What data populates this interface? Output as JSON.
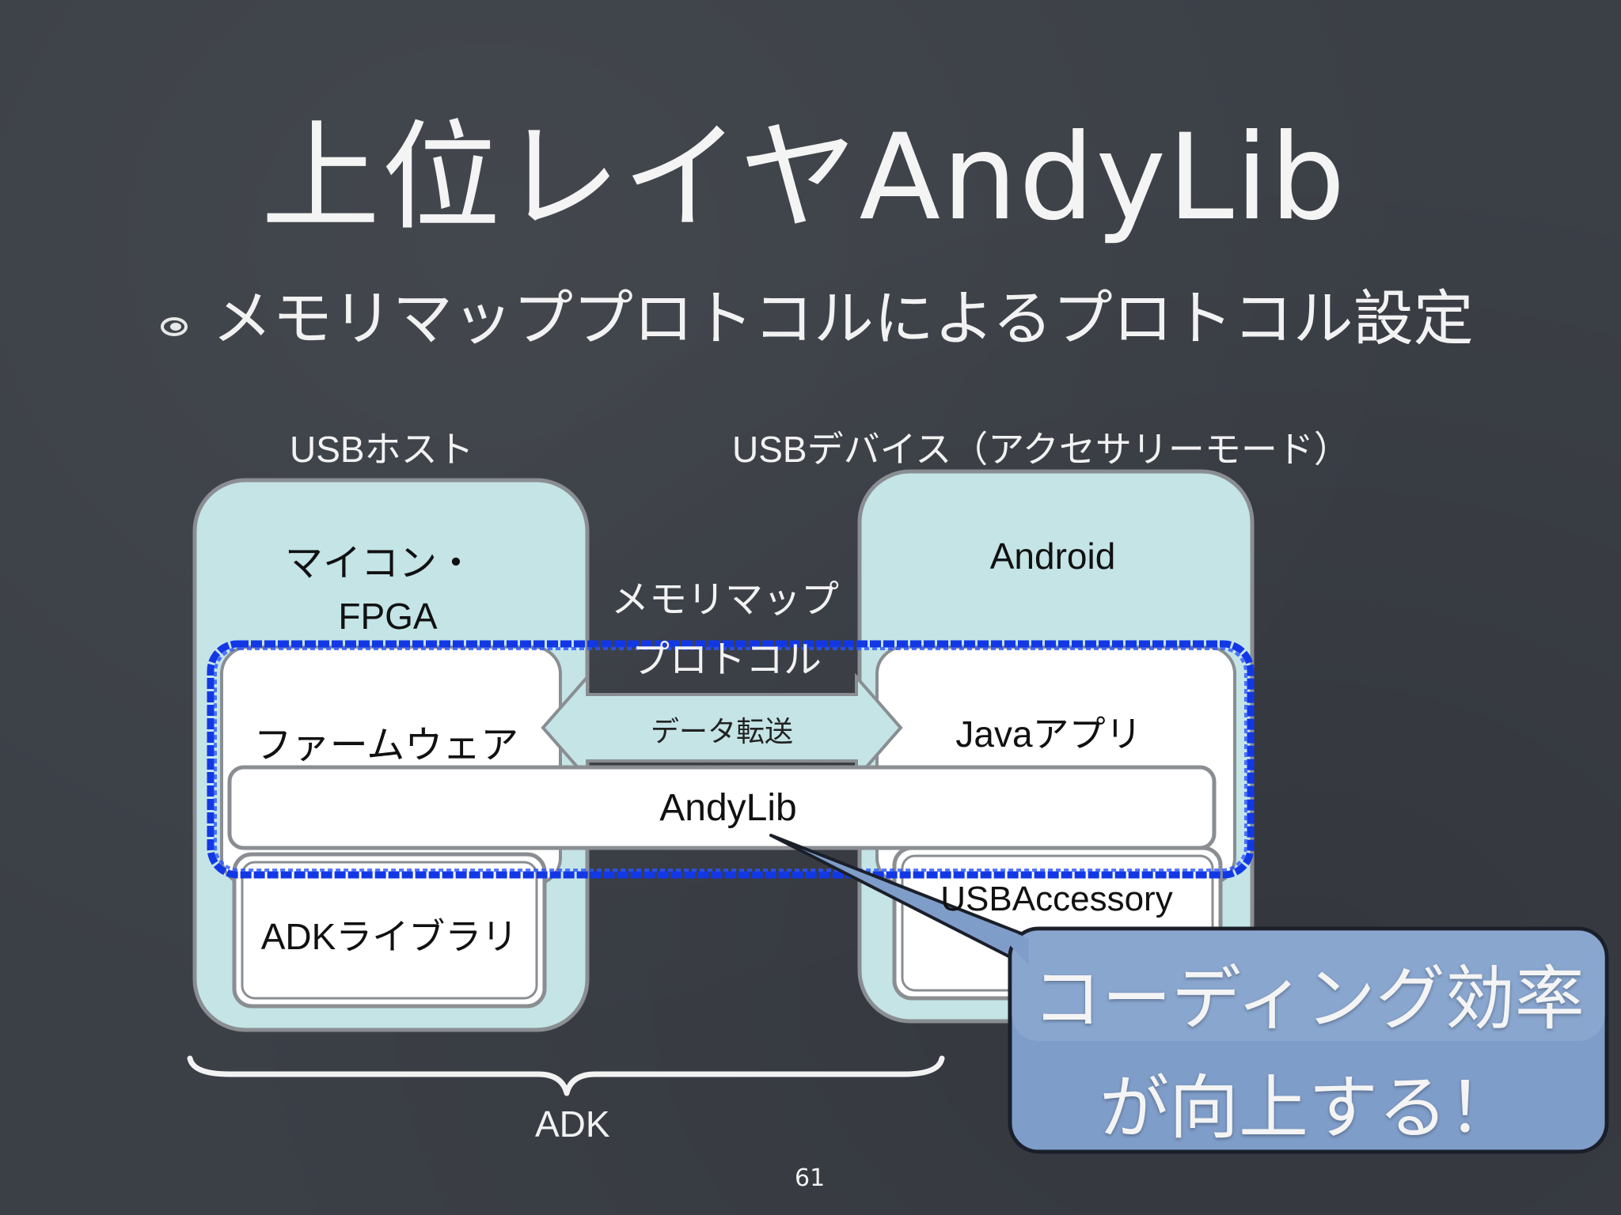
{
  "slide": {
    "title": "上位レイヤAndyLib",
    "bullet": "メモリマッププロトコルによるプロトコル設定",
    "page_number": "61"
  },
  "diagram": {
    "host_heading": "USBホスト",
    "device_heading": "USBデバイス（アクセサリーモード）",
    "host": {
      "title_line1": "マイコン・",
      "title_line2": "FPGA",
      "firmware": "ファームウェア",
      "adk_library": "ADKライブラリ"
    },
    "device": {
      "title": "Android",
      "java_app": "Javaアプリ",
      "usb_accessory": "USBAccessory"
    },
    "protocol_line1": "メモリマップ",
    "protocol_line2": "プロトコル",
    "data_transfer": "データ転送",
    "andylib_bar": "AndyLib",
    "adk_brace_label": "ADK",
    "callout_line1": "コーディング効率",
    "callout_line2": "が向上する！"
  },
  "colors": {
    "background": "#3b3f46",
    "container_fill": "#c4e4e6",
    "container_border": "#8a8e92",
    "highlight_border": "#1238e6",
    "callout_fill": "#7f9dc9",
    "callout_border": "#1a1f2a"
  }
}
